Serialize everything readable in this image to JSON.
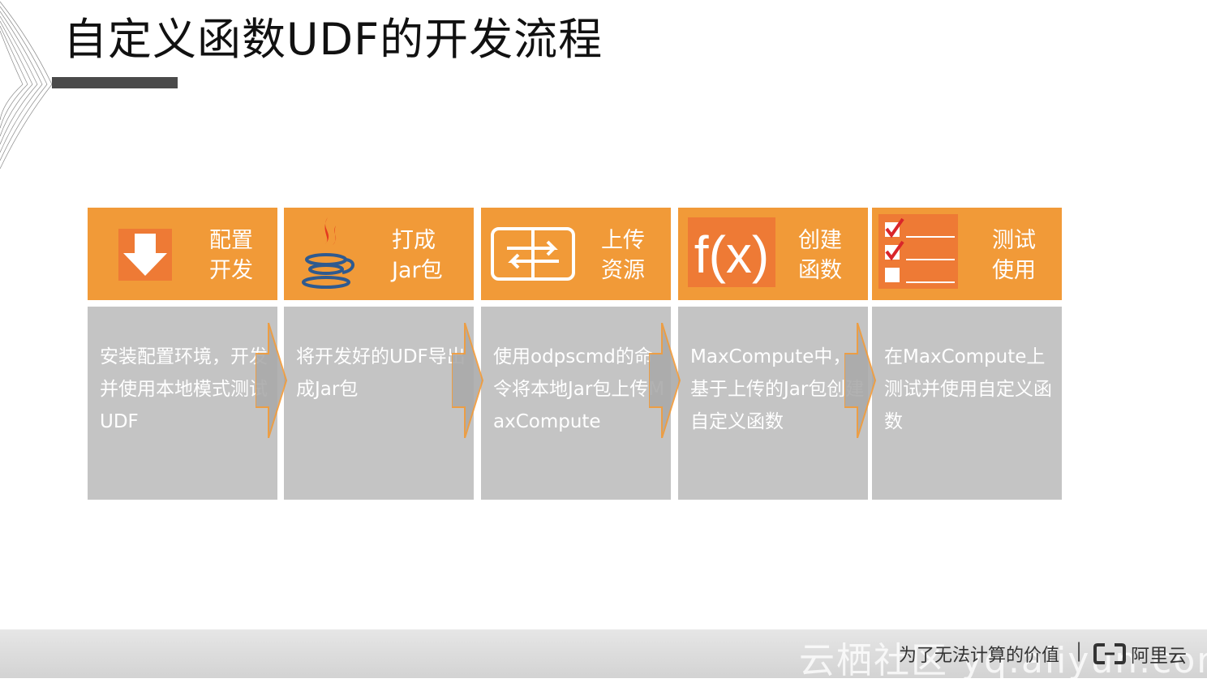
{
  "title": "自定义函数UDF的开发流程",
  "steps": [
    {
      "label": "配置\n开发",
      "icon": "download-arrow-icon",
      "desc": "安装配置环境，开发并使用本地模式测试UDF"
    },
    {
      "label": "打成\nJar包",
      "icon": "java-coffee-icon",
      "desc": "将开发好的UDF导出成Jar包"
    },
    {
      "label": "上传\n资源",
      "icon": "transfer-arrows-icon",
      "desc": "使用odpscmd的命令将本地Jar包上传MaxCompute"
    },
    {
      "label": "创建\n函数",
      "icon": "function-fx-icon",
      "desc": "MaxCompute中，基于上传的Jar包创建自定义函数"
    },
    {
      "label": "测试\n使用",
      "icon": "checklist-icon",
      "desc": "在MaxCompute上测试并使用自定义函数"
    }
  ],
  "footer": {
    "watermark": "云栖社区 yq.aliyun.com",
    "slogan": "为了无法计算的价值",
    "separator": "|",
    "logo_text": "阿里云"
  },
  "colors": {
    "accent": "#f19a38",
    "icon_bg": "#ee7a35",
    "body": "#c4c4c4"
  }
}
